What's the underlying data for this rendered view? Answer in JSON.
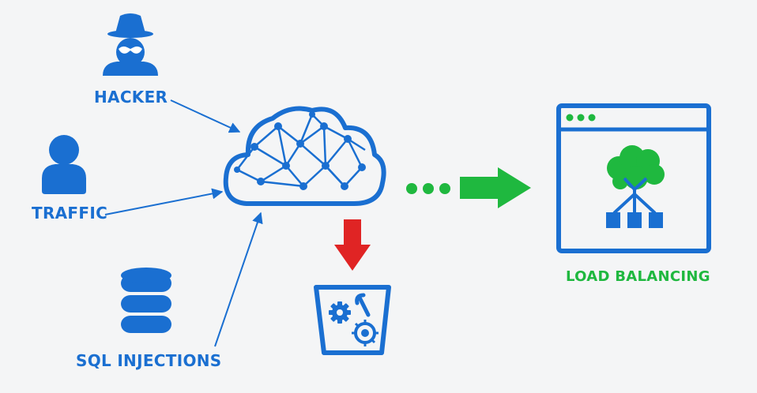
{
  "labels": {
    "hacker": "HACKER",
    "traffic": "TRAFFIC",
    "sql_injections": "SQL INJECTIONS",
    "load_balancing": "LOAD BALANCING"
  },
  "icons": {
    "hacker": "spy-hacker-icon",
    "traffic": "user-icon",
    "sql": "database-icon",
    "cloud": "network-cloud-icon",
    "bin": "trash-bin-with-gears-and-bug-icon",
    "browser": "browser-window-icon",
    "tree": "tree-network-icon"
  },
  "colors": {
    "primary_blue": "#1a6fd1",
    "green": "#1fb83f",
    "red": "#e02424",
    "background": "#f4f5f6"
  }
}
